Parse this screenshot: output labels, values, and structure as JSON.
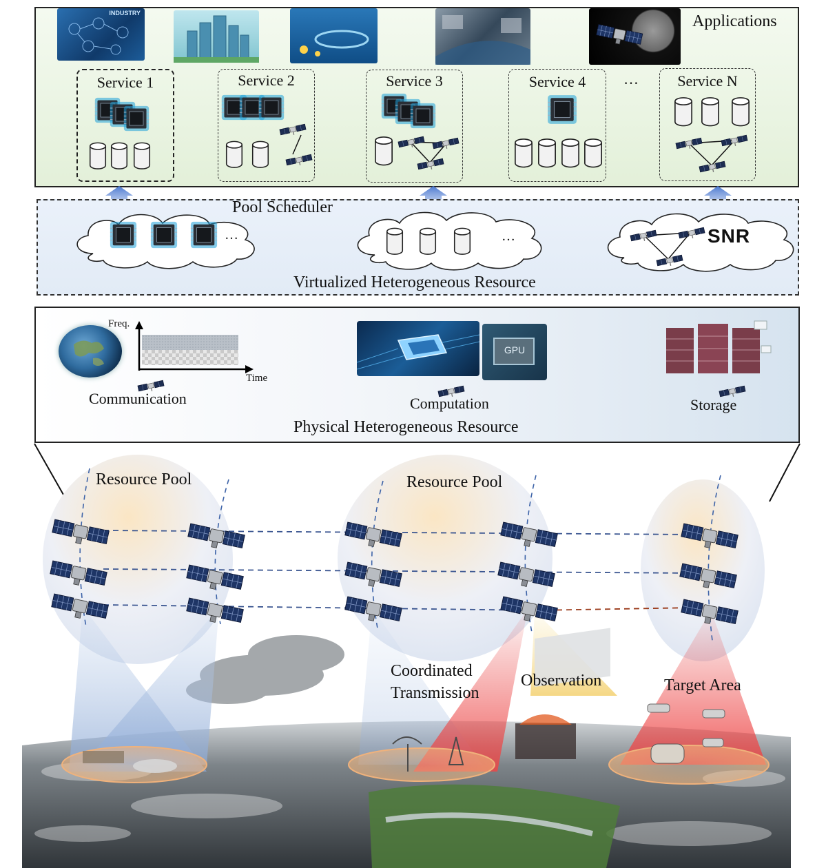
{
  "applications": {
    "title": "Applications",
    "thumbnail_text": "INDUSTRY",
    "ellipsis": "…",
    "services": [
      {
        "label": "Service 1",
        "chips": 3,
        "disks": 3,
        "sats": 0
      },
      {
        "label": "Service 2",
        "chips": 3,
        "disks": 2,
        "sats": 2
      },
      {
        "label": "Service 3",
        "chips": 3,
        "disks": 1,
        "sats": 3
      },
      {
        "label": "Service 4",
        "chips": 1,
        "disks": 4,
        "sats": 0
      },
      {
        "label": "Service N",
        "chips": 0,
        "disks": 3,
        "sats": 3
      }
    ]
  },
  "virtual": {
    "scheduler_label": "Pool Scheduler",
    "resource_label": "Virtualized Heterogeneous Resource",
    "ellipsis": "…",
    "snr_label": "SNR"
  },
  "physical": {
    "title": "Physical Heterogeneous Resource",
    "communication_label": "Communication",
    "computation_label": "Computation",
    "storage_label": "Storage",
    "freq_label": "Freq.",
    "time_label": "Time",
    "gpu_label": "GPU"
  },
  "scene": {
    "pool_left_label": "Resource Pool",
    "pool_mid_label": "Resource Pool",
    "coordinated_label_1": "Coordinated",
    "coordinated_label_2": "Transmission",
    "observation_label": "Observation",
    "target_label": "Target Area"
  },
  "colors": {
    "apps_bg": "#e6f1dd",
    "pool_bg": "#e5edf7",
    "link_blue": "#2f4f8f",
    "link_red": "#9a3a1a",
    "beam_red": "#e84a4a",
    "beam_blue": "#9fb8d9",
    "beam_yellow": "#f3d98a",
    "chip": "#2b3440",
    "chip_glow": "#3aa0d8"
  }
}
